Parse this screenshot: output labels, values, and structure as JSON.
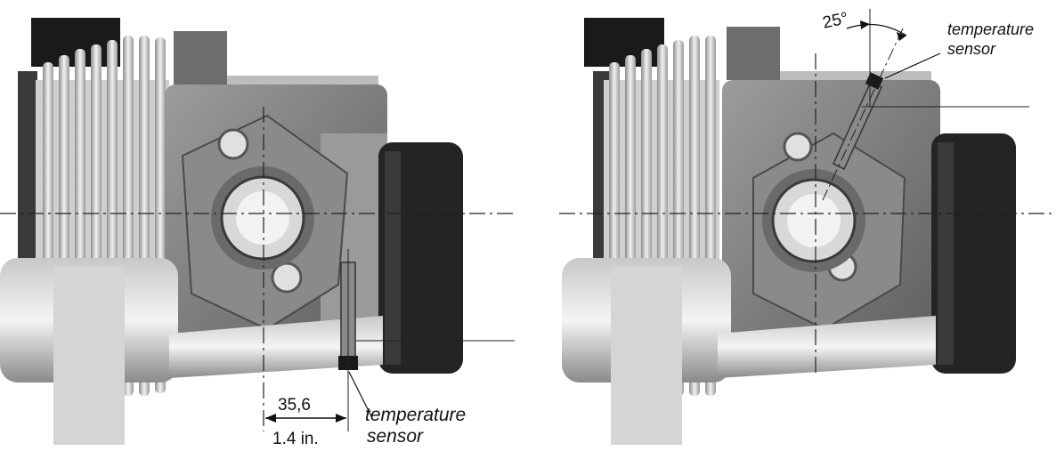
{
  "left": {
    "dimension_mm": "35,6",
    "dimension_in": "1.4 in.",
    "label_line1": "temperature",
    "label_line2": "sensor"
  },
  "right": {
    "angle": "25°",
    "label_line1": "temperature",
    "label_line2": "sensor"
  }
}
